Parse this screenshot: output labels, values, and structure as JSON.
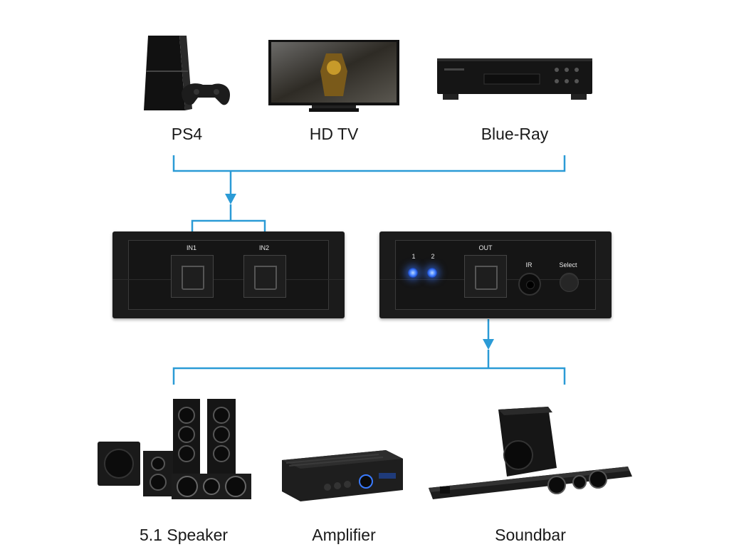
{
  "sources": [
    {
      "label": "PS4",
      "icon": "ps4-console-icon"
    },
    {
      "label": "HD TV",
      "icon": "tv-icon"
    },
    {
      "label": "Blue-Ray",
      "icon": "bluray-player-icon"
    }
  ],
  "switch_input_box": {
    "ports": [
      "IN1",
      "IN2"
    ]
  },
  "switch_output_box": {
    "led_labels": [
      "1",
      "2"
    ],
    "out_label": "OUT",
    "ir_label": "IR",
    "select_label": "Select"
  },
  "outputs": [
    {
      "label": "5.1 Speaker",
      "icon": "speaker-system-icon"
    },
    {
      "label": "Amplifier",
      "icon": "amplifier-icon"
    },
    {
      "label": "Soundbar",
      "icon": "soundbar-icon"
    }
  ],
  "colors": {
    "connector": "#2b9bd6",
    "device_dark": "#1b1b1b",
    "led": "#3d7bff"
  }
}
